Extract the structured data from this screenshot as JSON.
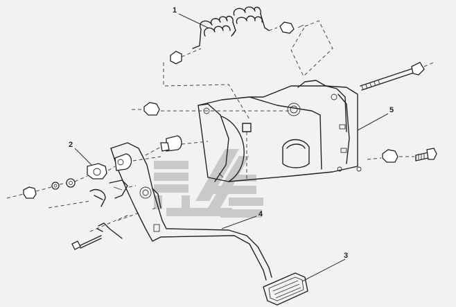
{
  "callouts": [
    {
      "id": "1",
      "label": "1"
    },
    {
      "id": "2",
      "label": "2"
    },
    {
      "id": "3",
      "label": "3"
    },
    {
      "id": "4",
      "label": "4"
    },
    {
      "id": "5",
      "label": "5"
    }
  ],
  "colors": {
    "background": "#f2f2f2",
    "line": "#222222",
    "watermark": "#c9c9c9"
  },
  "icons": [
    "return-spring-icon",
    "bushing-icon",
    "pedal-pad-icon",
    "pedal-arm-icon",
    "pedal-bracket-icon",
    "bolt-icon",
    "nut-icon",
    "watermark-logo-icon"
  ]
}
